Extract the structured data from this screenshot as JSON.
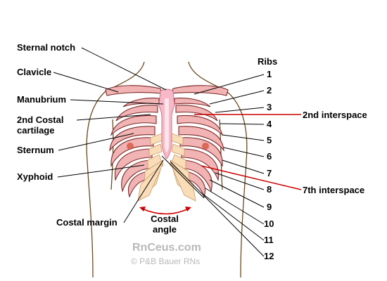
{
  "diagram": {
    "labels": {
      "sternal_notch": "Sternal notch",
      "clavicle": "Clavicle",
      "manubrium": "Manubrium",
      "costal_cartilage_line1": "2nd Costal",
      "costal_cartilage_line2": "cartilage",
      "sternum": "Sternum",
      "xyphoid": "Xyphoid",
      "costal_margin": "Costal margin",
      "costal_angle_line1": "Costal",
      "costal_angle_line2": "angle",
      "ribs_header": "Ribs",
      "second_interspace": "2nd interspace",
      "seventh_interspace": "7th interspace"
    },
    "rib_numbers": [
      "1",
      "2",
      "3",
      "4",
      "5",
      "6",
      "7",
      "8",
      "9",
      "10",
      "11",
      "12"
    ],
    "colors": {
      "rib_fill": "#f1b3b3",
      "rib_stroke": "#7a2a2a",
      "sternum_fill": "#f7b8c8",
      "cartilage_fill": "#f9ddb8",
      "interspace_line": "#cc0000",
      "angle_arrow": "#cc0000",
      "body_outline": "#6b4a1e"
    }
  },
  "watermark": {
    "site": "RnCeus.com",
    "copyright": "© P&B Bauer RNs"
  }
}
